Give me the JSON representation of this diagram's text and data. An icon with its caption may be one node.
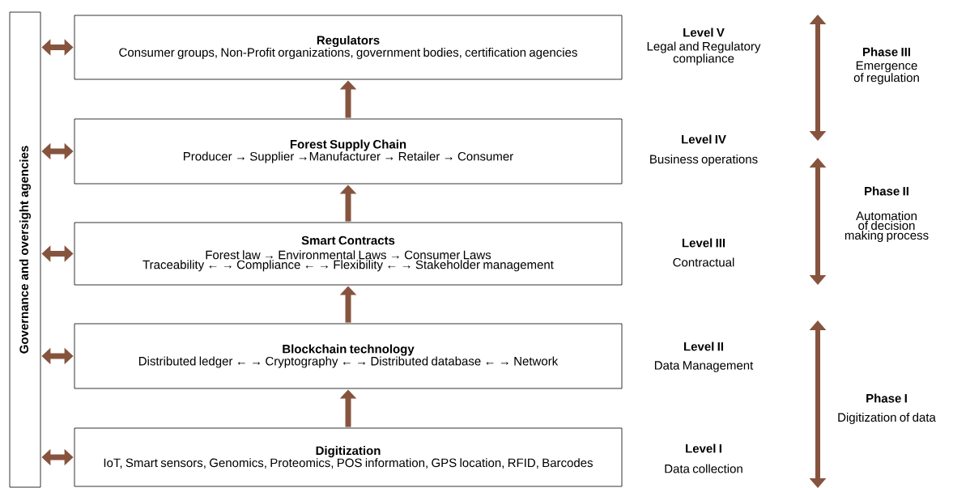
{
  "diagram": {
    "nodes": [
      {
        "text": [
          "Governance and oversight agencies"
        ]
      },
      {
        "text": [
          "Regulators",
          "Consumer groups, Non-Profit organizations, government bodies, certification agencies"
        ]
      },
      {
        "text": [
          "Forest Supply Chain",
          "Producer → Supplier →Manufacturer → Retailer → Consumer"
        ]
      },
      {
        "text": [
          "Smart Contracts",
          "Forest law → Environmental Laws → Consumer Laws",
          "Traceability ← → Compliance ← → Flexibility ← → Stakeholder management"
        ]
      },
      {
        "text": [
          "Blockchain technology",
          "Distributed ledger ← → Cryptography ← → Distributed database ← → Network"
        ]
      },
      {
        "text": [
          "Digitization",
          "IoT, Smart sensors, Genomics, Proteomics, POS information, GPS location, RFID, Barcodes"
        ]
      }
    ],
    "edges": [
      {
        "from": 0,
        "to": 1,
        "arrow": "both"
      },
      {
        "from": 0,
        "to": 2,
        "arrow": "both"
      },
      {
        "from": 0,
        "to": 3,
        "arrow": "both"
      },
      {
        "from": 0,
        "to": 4,
        "arrow": "both"
      },
      {
        "from": 0,
        "to": 5,
        "arrow": "both"
      },
      {
        "from": 2,
        "to": 1,
        "arrow": "to"
      },
      {
        "from": 3,
        "to": 2,
        "arrow": "to"
      },
      {
        "from": 4,
        "to": 3,
        "arrow": "to"
      },
      {
        "from": 5,
        "to": 4,
        "arrow": "to"
      }
    ],
    "labels": [
      "Level V",
      "Legal and Regulatory compliance",
      "Phase III",
      "Emergence of regulation",
      "Level IV",
      "Business operations",
      "Phase II",
      "Automation of decision making process",
      "Level III",
      "Contractual",
      "Level II",
      "Data Management",
      "Phase I",
      "Digitization of data",
      "Level I",
      "Data collection"
    ]
  }
}
